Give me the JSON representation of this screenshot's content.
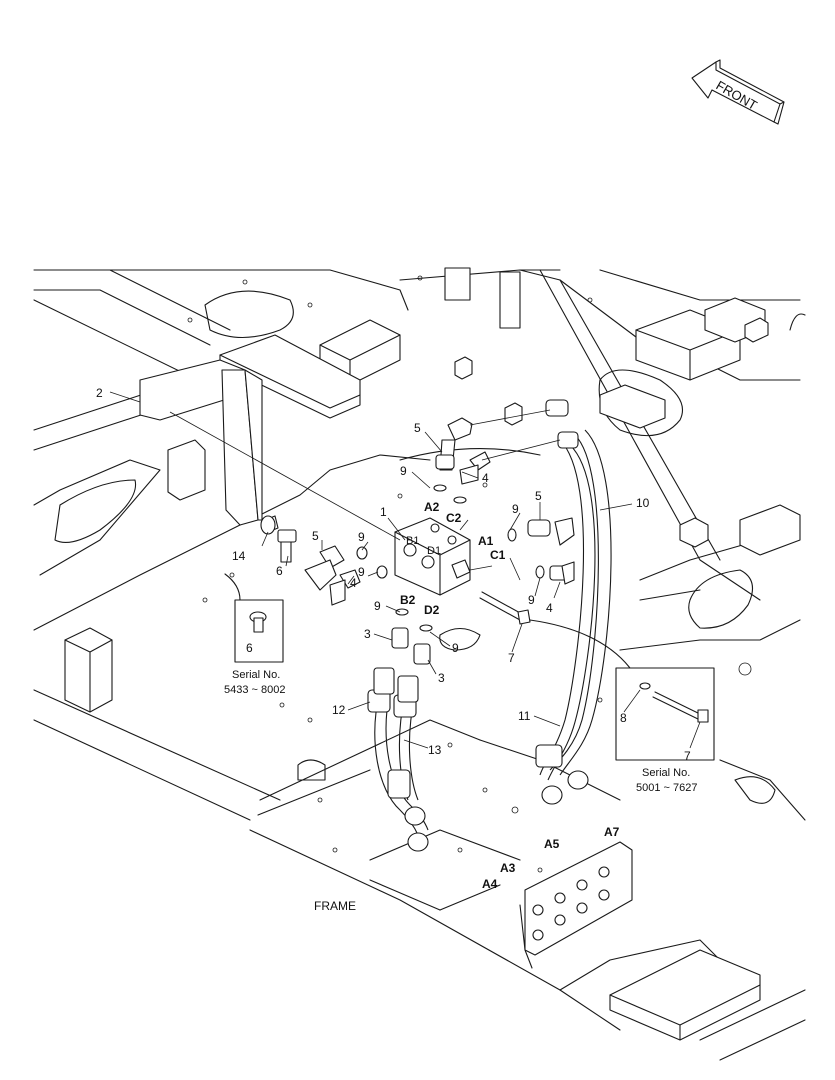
{
  "front_arrow": {
    "text": "FRONT"
  },
  "frame_label": "FRAME",
  "callouts": [
    {
      "id": "c-2",
      "text": "2"
    },
    {
      "id": "c-5a",
      "text": "5"
    },
    {
      "id": "c-9a",
      "text": "9"
    },
    {
      "id": "c-4a",
      "text": "4"
    },
    {
      "id": "c-9b",
      "text": "9"
    },
    {
      "id": "c-5b",
      "text": "5"
    },
    {
      "id": "c-10",
      "text": "10"
    },
    {
      "id": "c-1",
      "text": "1"
    },
    {
      "id": "c-14",
      "text": "14"
    },
    {
      "id": "c-6a",
      "text": "6"
    },
    {
      "id": "c-5c",
      "text": "5"
    },
    {
      "id": "c-9c",
      "text": "9"
    },
    {
      "id": "c-4b",
      "text": "4"
    },
    {
      "id": "c-9d",
      "text": "9"
    },
    {
      "id": "c-9e",
      "text": "9"
    },
    {
      "id": "c-4c",
      "text": "4"
    },
    {
      "id": "c-9f",
      "text": "9"
    },
    {
      "id": "c-3a",
      "text": "3"
    },
    {
      "id": "c-9g",
      "text": "9"
    },
    {
      "id": "c-3b",
      "text": "3"
    },
    {
      "id": "c-7a",
      "text": "7"
    },
    {
      "id": "c-12",
      "text": "12"
    },
    {
      "id": "c-13",
      "text": "13"
    },
    {
      "id": "c-11",
      "text": "11"
    },
    {
      "id": "c-8",
      "text": "8"
    },
    {
      "id": "c-7b",
      "text": "7"
    },
    {
      "id": "c-6b",
      "text": "6"
    }
  ],
  "ports": [
    {
      "id": "p-a2",
      "text": "A2"
    },
    {
      "id": "p-c2",
      "text": "C2"
    },
    {
      "id": "p-a1",
      "text": "A1"
    },
    {
      "id": "p-c1",
      "text": "C1"
    },
    {
      "id": "p-b2",
      "text": "B2"
    },
    {
      "id": "p-d2",
      "text": "D2"
    },
    {
      "id": "p-b1",
      "text": "B1"
    },
    {
      "id": "p-d1",
      "text": "D1"
    },
    {
      "id": "p-a5",
      "text": "A5"
    },
    {
      "id": "p-a7",
      "text": "A7"
    },
    {
      "id": "p-a3",
      "text": "A3"
    },
    {
      "id": "p-a4",
      "text": "A4"
    }
  ],
  "insets": {
    "left": {
      "serial_label": "Serial No.",
      "serial_range": "5433 ~ 8002"
    },
    "right": {
      "serial_label": "Serial No.",
      "serial_range": "5001 ~ 7627"
    }
  }
}
